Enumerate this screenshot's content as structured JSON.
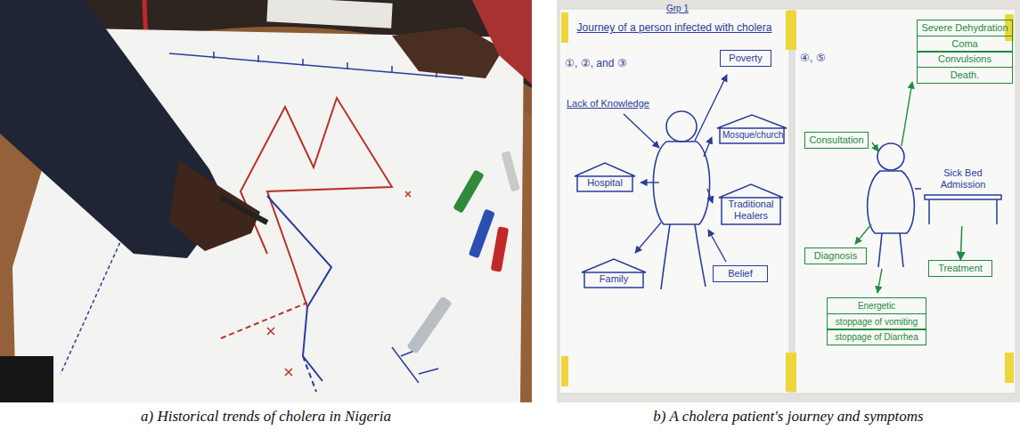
{
  "diagram": {
    "nodes": [
      {
        "text": [
          "Poverty"
        ]
      },
      {
        "text": [
          "Mosque/church"
        ]
      },
      {
        "text": [
          "Hospital"
        ]
      },
      {
        "text": [
          "Traditional Healers"
        ]
      },
      {
        "text": [
          "Family"
        ]
      },
      {
        "text": [
          "Belief"
        ]
      },
      {
        "text": [
          "Severe Dehydration"
        ]
      },
      {
        "text": [
          "Coma"
        ]
      },
      {
        "text": [
          "Convulsions"
        ]
      },
      {
        "text": [
          "Death."
        ]
      },
      {
        "text": [
          "Consultation"
        ]
      },
      {
        "text": [
          "Sick Bed Admission"
        ]
      },
      {
        "text": [
          "Diagnosis"
        ]
      },
      {
        "text": [
          "Treatment"
        ]
      },
      {
        "text": [
          "Energetic"
        ]
      },
      {
        "text": [
          "stoppage of vomiting"
        ]
      },
      {
        "text": [
          "stoppage of Diarrhea"
        ]
      }
    ],
    "edges": [
      {
        "from": 11,
        "to": 13,
        "arrow": "to"
      }
    ],
    "labels": [
      "Grp 1",
      "Journey of a person infected with cholera",
      "①, ②, and ③",
      "Lack of Knowledge",
      "④, ⑤",
      "a) Historical trends of cholera in Nigeria",
      "b) A cholera patient's journey and symptoms"
    ]
  }
}
